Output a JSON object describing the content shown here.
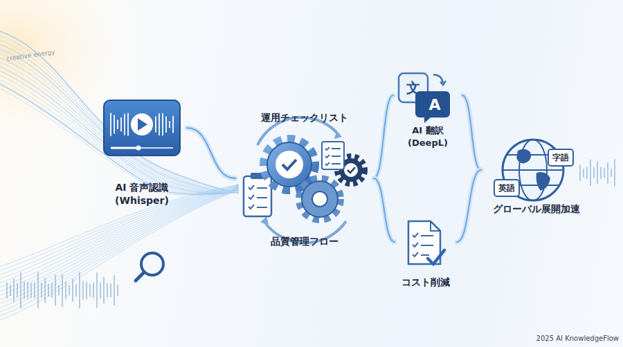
{
  "diagram": {
    "nodes": [
      {
        "text": [
          "AI 音声認識 (Whisper)"
        ]
      },
      {
        "text": [
          "運用チェックリスト",
          "品質管理フロー"
        ]
      },
      {
        "text": [
          "AI 翻訳 (DeepL)"
        ]
      },
      {
        "text": [
          "コスト削減"
        ]
      },
      {
        "text": [
          "グローバル展開加速"
        ]
      }
    ],
    "edges": [
      {
        "from": 0,
        "to": 1,
        "arrow": "none"
      },
      {
        "from": 1,
        "to": 2,
        "arrow": "none"
      },
      {
        "from": 1,
        "to": 3,
        "arrow": "none"
      },
      {
        "from": 2,
        "to": 4,
        "arrow": "none"
      },
      {
        "from": 3,
        "to": 4,
        "arrow": "none"
      }
    ],
    "labels": [
      "文",
      "A",
      "字語",
      "英語",
      "creative energy",
      "2025 AI KnowledgeFlow"
    ]
  }
}
